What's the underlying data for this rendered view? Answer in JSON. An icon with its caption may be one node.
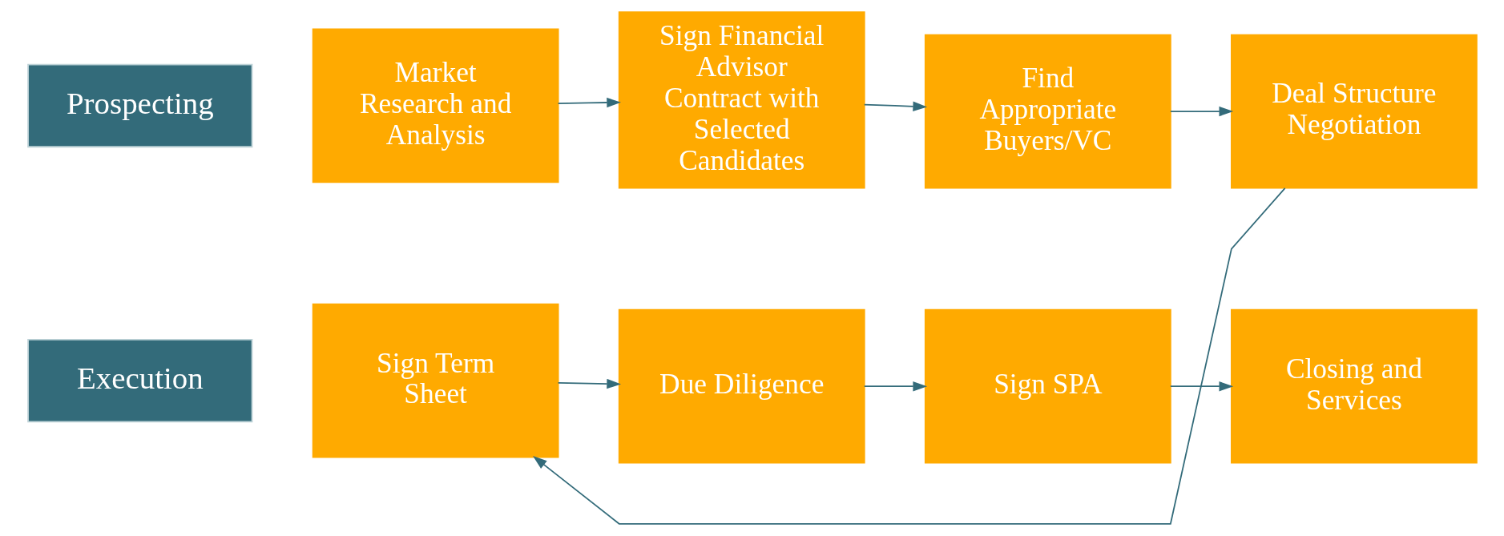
{
  "diagram": {
    "nodes": [
      {
        "text": [
          "Prospecting"
        ]
      },
      {
        "text": [
          "Execution"
        ]
      },
      {
        "text": [
          "Market Research and Analysis"
        ]
      },
      {
        "text": [
          "Sign Financial Advisor Contract with Selected Candidates"
        ]
      },
      {
        "text": [
          "Find Appropriate Buyers/VC"
        ]
      },
      {
        "text": [
          "Deal Structure Negotiation"
        ]
      },
      {
        "text": [
          "Sign Term Sheet"
        ]
      },
      {
        "text": [
          "Due Diligence"
        ]
      },
      {
        "text": [
          "Sign SPA"
        ]
      },
      {
        "text": [
          "Closing and Services"
        ]
      }
    ],
    "edges": [
      {
        "from": 2,
        "to": 3,
        "arrow": "to"
      },
      {
        "from": 3,
        "to": 4,
        "arrow": "to"
      },
      {
        "from": 4,
        "to": 5,
        "arrow": "to"
      },
      {
        "from": 5,
        "to": 6,
        "arrow": "to"
      },
      {
        "from": 6,
        "to": 7,
        "arrow": "to"
      },
      {
        "from": 7,
        "to": 8,
        "arrow": "to"
      },
      {
        "from": 8,
        "to": 9,
        "arrow": "to"
      }
    ]
  }
}
